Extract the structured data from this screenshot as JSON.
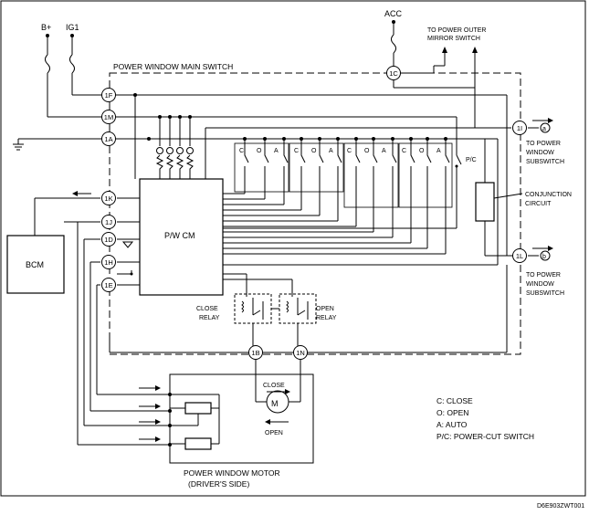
{
  "diagram": {
    "power": {
      "bplus": "B+",
      "ig1": "IG1",
      "acc": "ACC"
    },
    "main_switch_label": "POWER WINDOW MAIN SWITCH",
    "mirror_label": [
      "TO POWER OUTER",
      "MIRROR SWITCH"
    ],
    "connectors": {
      "c1F": "1F",
      "c1M": "1M",
      "c1A": "1A",
      "c1C": "1C",
      "c1K": "1K",
      "c1J": "1J",
      "c1D": "1D",
      "c1H": "1H",
      "c1E": "1E",
      "c1I": "1I",
      "c1L": "1L",
      "c1B": "1B",
      "c1N": "1N"
    },
    "terminal_a": "a",
    "terminal_b": "b",
    "subswitch_label_1": [
      "TO POWER",
      "WINDOW",
      "SUBSWITCH"
    ],
    "subswitch_label_2": [
      "TO POWER",
      "WINDOW",
      "SUBSWITCH"
    ],
    "conjunction_label": [
      "CONJUNCTION",
      "CIRCUIT"
    ],
    "bcm_label": "BCM",
    "pwcm_label": "P/W CM",
    "switch_contacts": [
      "C",
      "O",
      "A"
    ],
    "pc_label": "P/C",
    "close_relay_label": [
      "CLOSE",
      "RELAY"
    ],
    "open_relay_label": [
      "OPEN",
      "RELAY"
    ],
    "motor": {
      "symbol": "M",
      "close": "CLOSE",
      "open": "OPEN"
    },
    "motor_label": [
      "POWER WINDOW MOTOR",
      "(DRIVER'S SIDE)"
    ],
    "legend": [
      "C: CLOSE",
      "O: OPEN",
      "A: AUTO",
      "P/C: POWER-CUT SWITCH"
    ],
    "figure_code": "D6E903ZWT001"
  }
}
